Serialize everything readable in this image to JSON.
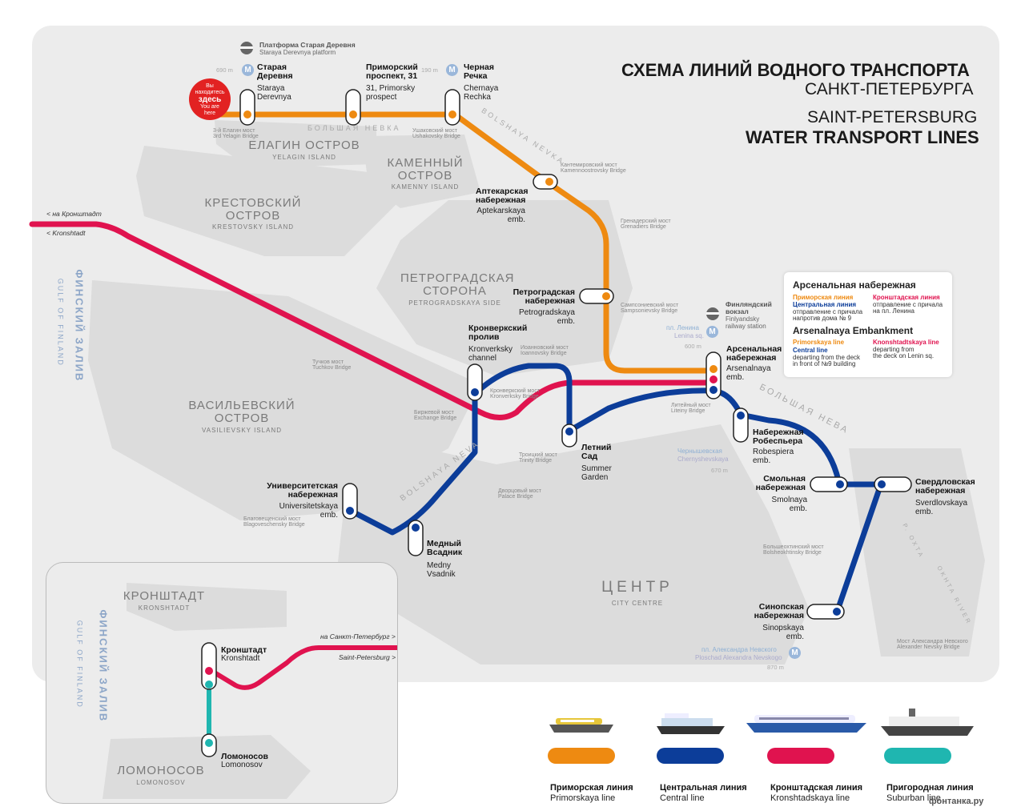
{
  "title": {
    "ru_line1": "СХЕМА ЛИНИЙ ВОДНОГО ТРАНСПОРТА",
    "ru_line2": "САНКТ-ПЕТЕРБУРГА",
    "en_line1": "SAINT-PETERSBURG",
    "en_line2": "WATER TRANSPORT LINES"
  },
  "colors": {
    "primorskaya": "#ee8a11",
    "central": "#0c3d99",
    "kronshtadtskaya": "#e0134f",
    "suburban": "#1fb6b0",
    "you_are_here": "#e22222",
    "metro": "#9ab7da"
  },
  "you_are_here": {
    "ru_line1": "Вы",
    "ru_line2": "находитесь",
    "ru_line3": "здесь",
    "en_line1": "You are",
    "en_line2": "here"
  },
  "stations": {
    "staraya_derevnya": {
      "ru1": "Старая",
      "ru2": "Деревня",
      "en1": "Staraya",
      "en2": "Derevnya"
    },
    "primorsky": {
      "ru1": "Приморский",
      "ru2": "проспект, 31",
      "en1": "31, Primorsky",
      "en2": "prospect"
    },
    "chernaya_rechka": {
      "ru1": "Черная",
      "ru2": "Речка",
      "en1": "Chernaya",
      "en2": "Rechka"
    },
    "aptekarskaya": {
      "ru1": "Аптекарская",
      "ru2": "набережная",
      "en1": "Aptekarskaya",
      "en2": "emb."
    },
    "petrogradskaya": {
      "ru1": "Петроградская",
      "ru2": "набережная",
      "en1": "Petrogradskaya",
      "en2": "emb."
    },
    "arsenalnaya": {
      "ru1": "Арсенальная",
      "ru2": "набережная",
      "en1": "Arsenalnaya",
      "en2": "emb."
    },
    "kronverksky": {
      "ru1": "Кронверкский",
      "ru2": "пролив",
      "en1": "Kronverksky",
      "en2": "channel"
    },
    "letny_sad": {
      "ru1": "Летний",
      "ru2": "Сад",
      "en1": "Summer",
      "en2": "Garden"
    },
    "robespiera": {
      "ru1": "Набережная",
      "ru2": "Робеспьера",
      "en1": "Robespiera",
      "en2": "emb."
    },
    "smolnaya": {
      "ru1": "Смольная",
      "ru2": "набережная",
      "en1": "Smolnaya",
      "en2": "emb."
    },
    "sverdlovskaya": {
      "ru1": "Свердловская",
      "ru2": "набережная",
      "en1": "Sverdlovskaya",
      "en2": "emb."
    },
    "sinopskaya": {
      "ru1": "Синопская",
      "ru2": "набережная",
      "en1": "Sinopskaya",
      "en2": "emb."
    },
    "universitetskaya": {
      "ru1": "Университетская",
      "ru2": "набережная",
      "en1": "Universitetskaya",
      "en2": "emb."
    },
    "medny_vsadnik": {
      "ru1": "Медный",
      "ru2": "Всадник",
      "en1": "Medny",
      "en2": "Vsadnik"
    },
    "kronshtadt": {
      "ru1": "Кронштадт",
      "en1": "Kronshtadt"
    },
    "lomonosov": {
      "ru1": "Ломоносов",
      "en1": "Lomonosov"
    }
  },
  "platform": {
    "ru": "Платформа Старая Деревня",
    "en": "Staraya Derevnya platform"
  },
  "metro": {
    "m_glyph": "M",
    "staraya_derevnya_dist": "690 m",
    "chernaya_rechka_dist": "190 m",
    "lenina_ru": "пл. Ленина",
    "lenina_en": "Lenina sq.",
    "lenina_dist": "600 m",
    "finlyandsky_ru1": "Финляндский",
    "finlyandsky_ru2": "вокзал",
    "finlyandsky_en1": "Finlyandsky",
    "finlyandsky_en2": "railway station",
    "chernyshevskaya_ru": "Чернышевская",
    "chernyshevskaya_en": "Chernyshevskaya",
    "chernyshevskaya_dist": "670 m",
    "nevskogo_ru": "пл. Александра Невского",
    "nevskogo_en": "Ploschad Alexandra Nevskogo",
    "nevskogo_dist": "870 m"
  },
  "bridges": {
    "yelagin_ru": "3-й Елагин мост",
    "yelagin_en": "3rd Yelagin Bridge",
    "ushakovsky_ru": "Ушаковский мост",
    "ushakovsky_en": "Ushakovsky Bridge",
    "kamennoostrovsky_ru": "Кантемировский мост",
    "kamennoostrovsky_en": "Kamennoostrovsky Bridge",
    "grenadersky_ru": "Гренадерский мост",
    "grenadersky_en": "Grenadiers Bridge",
    "sampsonievsky_ru": "Сампсониевский мост",
    "sampsonievsky_en": "Sampsonievsky Bridge",
    "ioannovsky_ru": "Иоанновский мост",
    "ioannovsky_en": "Ioannovsky Bridge",
    "kronverksky_ru": "Кронверкский мост",
    "kronverksky_en": "Kronverksky Bridge",
    "tuchkov_ru": "Тучков мост",
    "tuchkov_en": "Tuchkov Bridge",
    "birzhevoy_ru": "Биржевой мост",
    "birzhevoy_en": "Exchange Bridge",
    "liteyny_ru": "Литейный мост",
    "liteyny_en": "Liteiny Bridge",
    "troitsky_ru": "Троицкий мост",
    "troitsky_en": "Trinity Bridge",
    "dvortsovy_ru": "Дворцовый мост",
    "dvortsovy_en": "Palace Bridge",
    "blagoveschensky_ru": "Благовещенский мост",
    "blagoveschensky_en": "Blagoveschensky Bridge",
    "bolsheokhtinsky_ru": "Большеохтинский мост",
    "bolsheokhtinsky_en": "Bolsheokhtinsky Bridge",
    "nevsky_ru": "Мост Александра Невского",
    "nevsky_en": "Alexander Nevsky Bridge"
  },
  "areas": {
    "yelagin_ru": "ЕЛАГИН ОСТРОВ",
    "yelagin_en": "YELAGIN ISLAND",
    "kamenny_ru1": "КАМЕННЫЙ",
    "kamenny_ru2": "ОСТРОВ",
    "kamenny_en": "KAMENNY ISLAND",
    "krestovsky_ru1": "КРЕСТОВСКИЙ",
    "krestovsky_ru2": "ОСТРОВ",
    "krestovsky_en": "KRESTOVSKY ISLAND",
    "petrogradskaya_ru1": "ПЕТРОГРАДСКАЯ",
    "petrogradskaya_ru2": "СТОРОНА",
    "petrogradskaya_en": "PETROGRADSKAYA SIDE",
    "vasilievsky_ru1": "ВАСИЛЬЕВСКИЙ",
    "vasilievsky_ru2": "ОСТРОВ",
    "vasilievsky_en": "VASILIEVSKY ISLAND",
    "centre_ru": "ЦЕНТР",
    "centre_en": "CITY CENTRE",
    "gulf_ru": "ФИНСКИЙ ЗАЛИВ",
    "gulf_en": "GULF OF FINLAND",
    "kronshtadt_ru": "КРОНШТАДТ",
    "kronshtadt_en": "KRONSHTADT",
    "lomonosov_ru": "ЛОМОНОСОВ",
    "lomonosov_en": "LOMONOSOV"
  },
  "rivers": {
    "bolshaya_nevka_ru": "БОЛЬШАЯ НЕВКА",
    "bolshaya_nevka_en": "BOLSHAYA NEVKA",
    "bolshaya_neva_en": "BOLSHAYA NEVA",
    "bolshaya_neva_ru": "БОЛЬШАЯ НЕВА",
    "okhta_ru": "Р. ОХТА",
    "okhta_en": "OKHTA RIVER"
  },
  "directions": {
    "to_kronshtadt_ru": "< на Кронштадт",
    "to_kronshtadt_en": "< Kronshtadt",
    "to_spb_ru": "на Санкт-Петербург >",
    "to_spb_en": "Saint-Petersburg >"
  },
  "info_box": {
    "ru_title": "Арсенальная набережная",
    "ru_prim_line": "Приморская линия",
    "ru_kron_line": "Кронштадская линия",
    "ru_cent_line": "Центральная линия",
    "ru_cent_text1": "отправление с причала",
    "ru_cent_text2": "напротив дома № 9",
    "ru_kron_text1": "отправление с причала",
    "ru_kron_text2": "на пл. Ленина",
    "en_title": "Arsenalnaya Embankment",
    "en_prim_line": "Primorskaya line",
    "en_kron_line": "Knonshtadtskaya line",
    "en_cent_line": "Central line",
    "en_cent_text1": "departing from the deck",
    "en_cent_text2": "in front of №9 building",
    "en_kron_text1": "departing from",
    "en_kron_text2": "the deck on Lenin sq."
  },
  "legend": [
    {
      "ru": "Приморская линия",
      "en": "Primorskaya line",
      "color": "#ee8a11"
    },
    {
      "ru": "Центральная линия",
      "en": "Central line",
      "color": "#0c3d99"
    },
    {
      "ru": "Кронштадская линия",
      "en": "Kronshtadskaya line",
      "color": "#e0134f"
    },
    {
      "ru": "Пригородная линия",
      "en": "Suburban line",
      "color": "#1fb6b0"
    }
  ],
  "logo": "фонтанка.ру"
}
